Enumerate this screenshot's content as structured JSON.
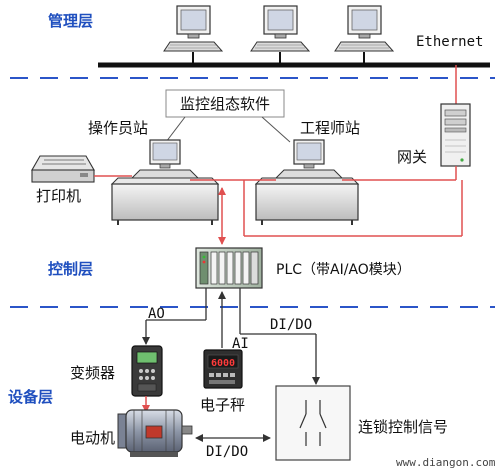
{
  "layers": {
    "management": "管理层",
    "control": "控制层",
    "device": "设备层"
  },
  "network": {
    "ethernet": "Ethernet"
  },
  "software": {
    "scada": "监控组态软件"
  },
  "stations": {
    "operator": "操作员站",
    "engineer": "工程师站"
  },
  "devices": {
    "printer": "打印机",
    "gateway": "网关",
    "plc": "PLC（带AI/AO模块）",
    "inverter": "变频器",
    "scale": "电子秤",
    "scale_display": "6000",
    "motor": "电动机",
    "interlock": "连锁控制信号"
  },
  "signals": {
    "ao": "AO",
    "ai": "AI",
    "dido_upper": "DI/DO",
    "dido_lower": "DI/DO"
  },
  "watermark": "www.diangon.com",
  "colors": {
    "layer_label": "#1f4fbf",
    "layer_divider": "#2b55c8",
    "signal_line": "#e05050",
    "bus": "#111111"
  }
}
